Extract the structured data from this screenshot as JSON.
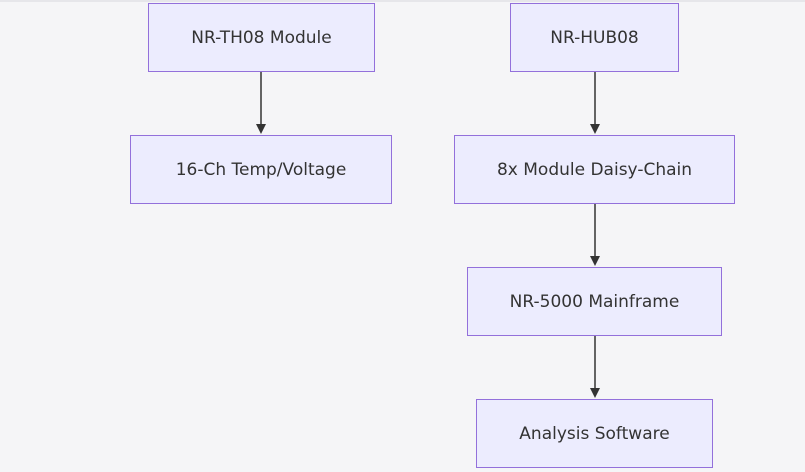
{
  "diagram": {
    "nodes": [
      {
        "id": "th08",
        "label": "NR-TH08 Module"
      },
      {
        "id": "tempvolt",
        "label": "16-Ch Temp/Voltage"
      },
      {
        "id": "hub08",
        "label": "NR-HUB08"
      },
      {
        "id": "daisy",
        "label": "8x Module Daisy-Chain"
      },
      {
        "id": "mainframe",
        "label": "NR-5000 Mainframe"
      },
      {
        "id": "software",
        "label": "Analysis Software"
      }
    ],
    "edges": [
      {
        "from": "th08",
        "to": "tempvolt"
      },
      {
        "from": "hub08",
        "to": "daisy"
      },
      {
        "from": "daisy",
        "to": "mainframe"
      },
      {
        "from": "mainframe",
        "to": "software"
      }
    ]
  },
  "colors": {
    "node_fill": "#ececfe",
    "node_border": "#9370db",
    "edge": "#333333",
    "text": "#333333",
    "background": "#f5f5f7"
  }
}
